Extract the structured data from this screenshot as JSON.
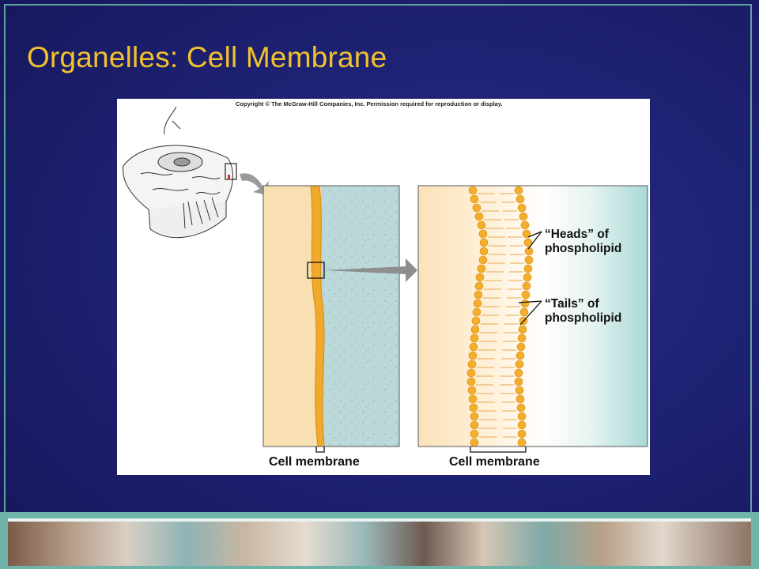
{
  "slide": {
    "title": "Organelles: Cell Membrane"
  },
  "figure": {
    "copyright": "Copyright © The McGraw-Hill Companies, Inc. Permission required for reproduction or display.",
    "left_panel_label": "Cell membrane",
    "right_panel_label": "Cell membrane",
    "heads_label_line1": "“Heads” of",
    "heads_label_line2": "phospholipid",
    "tails_label_line1": "“Tails” of",
    "tails_label_line2": "phospholipid"
  },
  "colors": {
    "title": "#f2c12e",
    "background": "#1e2274",
    "border": "#5fa3a0",
    "membrane": "#f0a92a",
    "cytoplasm": "#fbe2b8",
    "outside": "#b9d8d8"
  }
}
